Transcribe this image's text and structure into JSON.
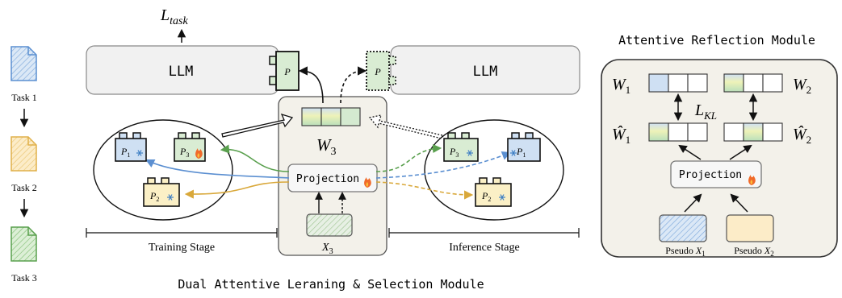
{
  "tasks": [
    {
      "label": "Task 1",
      "fill": "#cfe0f3",
      "stroke": "#5b8fd1"
    },
    {
      "label": "Task 2",
      "fill": "#fbe3b3",
      "stroke": "#e0b04a"
    },
    {
      "label": "Task 3",
      "fill": "#cfe8c8",
      "stroke": "#5aa04e"
    }
  ],
  "loss_task": {
    "base": "L",
    "sub": "task"
  },
  "llm_left": "LLM",
  "llm_right": "LLM",
  "prompt_tag": "P",
  "w3": {
    "base": "W",
    "sub": "3"
  },
  "projection_label": "Projection",
  "x3": {
    "base": "X",
    "sub": "3"
  },
  "training_prompts": [
    {
      "sub": "1",
      "fill": "#cfe0f3",
      "state": "frozen"
    },
    {
      "sub": "3",
      "fill": "#d9ecd3",
      "state": "trainable"
    },
    {
      "sub": "2",
      "fill": "#fbf0c6",
      "state": "frozen"
    }
  ],
  "inference_prompts": [
    {
      "sub": "3",
      "fill": "#d9ecd3"
    },
    {
      "sub": "1",
      "fill": "#cfe0f3"
    },
    {
      "sub": "2",
      "fill": "#fbf0c6"
    }
  ],
  "training_stage": "Training Stage",
  "inference_stage": "Inference Stage",
  "main_title": "Dual Attentive Leraning & Selection Module",
  "arm": {
    "title": "Attentive Reflection Module",
    "w1": {
      "base": "W",
      "sub": "1"
    },
    "w2": {
      "base": "W",
      "sub": "2"
    },
    "w1hat": {
      "base": "Ŵ",
      "sub": "1"
    },
    "w2hat": {
      "base": "Ŵ",
      "sub": "2"
    },
    "lkl": {
      "base": "L",
      "sub": "KL"
    },
    "projection_label": "Projection",
    "pseudo1": {
      "base": "Pseudo ",
      "var": "X",
      "sub": "1"
    },
    "pseudo2": {
      "base": "Pseudo ",
      "var": "X",
      "sub": "2"
    }
  },
  "colors": {
    "blue": "#5b8fd1",
    "green": "#5aa04e",
    "gold": "#d9a83a",
    "fire": "#f06a2a",
    "snow": "#3f7fc4"
  }
}
